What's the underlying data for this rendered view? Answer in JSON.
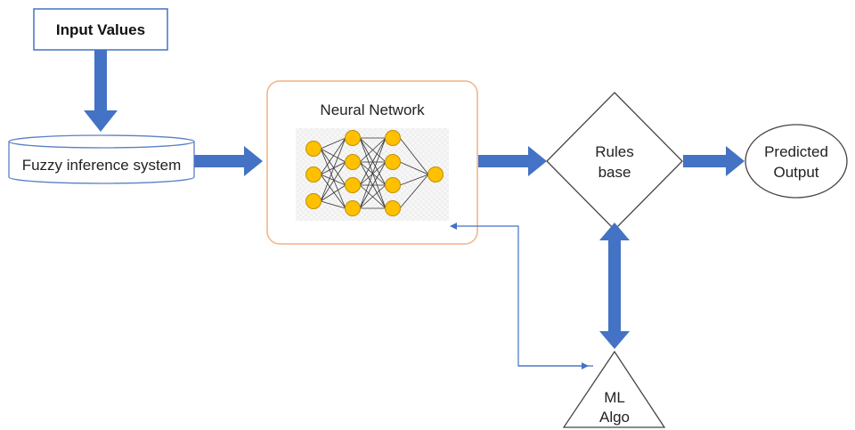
{
  "nodes": {
    "input": {
      "label": "Input Values"
    },
    "fuzzy": {
      "label": "Fuzzy inference system"
    },
    "neural": {
      "label": "Neural Network"
    },
    "rules": {
      "line1": "Rules",
      "line2": "base"
    },
    "output": {
      "line1": "Predicted",
      "line2": "Output"
    },
    "ml": {
      "line1": "ML",
      "line2": "Algo"
    }
  },
  "colors": {
    "arrow": "#4472c4",
    "border": "#555555",
    "neural_border": "#f4b183",
    "neuron_fill": "#ffc000",
    "neuron_stroke": "#bf9000"
  }
}
